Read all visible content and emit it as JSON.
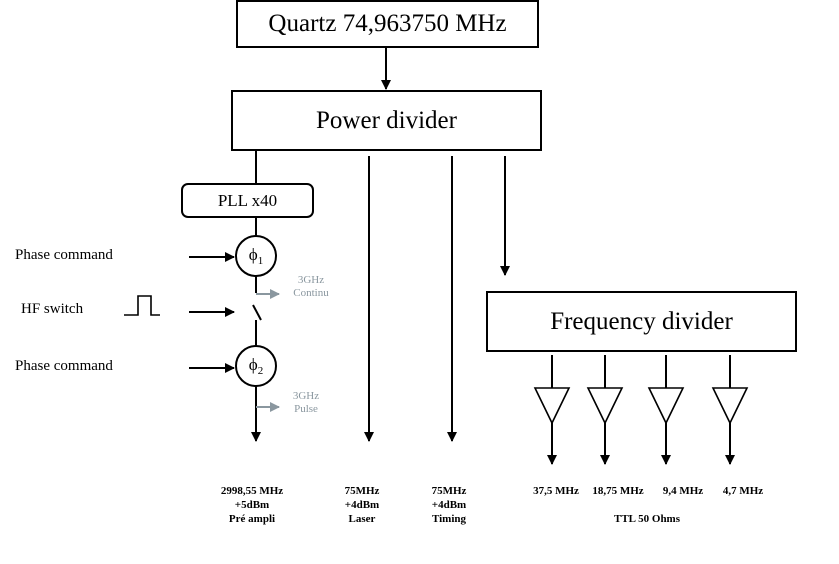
{
  "blocks": {
    "quartz": "Quartz 74,963750 MHz",
    "power_divider": "Power divider",
    "pll": "PLL x40",
    "frequency_divider": "Frequency divider"
  },
  "left_labels": {
    "phase_command_1": "Phase command",
    "hf_switch": "HF switch",
    "phase_command_2": "Phase command"
  },
  "phase_shifters": [
    {
      "symbol": "ϕ",
      "index": "1"
    },
    {
      "symbol": "ϕ",
      "index": "2"
    }
  ],
  "side_outputs": {
    "continu": {
      "line1": "3GHz",
      "line2": "Continu"
    },
    "pulse": {
      "line1": "3GHz",
      "line2": "Pulse"
    }
  },
  "outputs": {
    "pre_ampli": {
      "line1": "2998,55 MHz",
      "line2": "+5dBm",
      "line3": "Pré ampli"
    },
    "laser": {
      "line1": "75MHz",
      "line2": "+4dBm",
      "line3": "Laser"
    },
    "timing": {
      "line1": "75MHz",
      "line2": "+4dBm",
      "line3": "Timing"
    }
  },
  "divider_outputs": [
    "37,5 MHz",
    "18,75 MHz",
    "9,4 MHz",
    "4,7 MHz"
  ],
  "ttl_label": "TTL 50 Ohms",
  "colors": {
    "line": "#000000",
    "muted": "#8a979f"
  },
  "icons": {
    "pulse": "square-pulse-icon",
    "buffer": "triangle-buffer-icon"
  }
}
